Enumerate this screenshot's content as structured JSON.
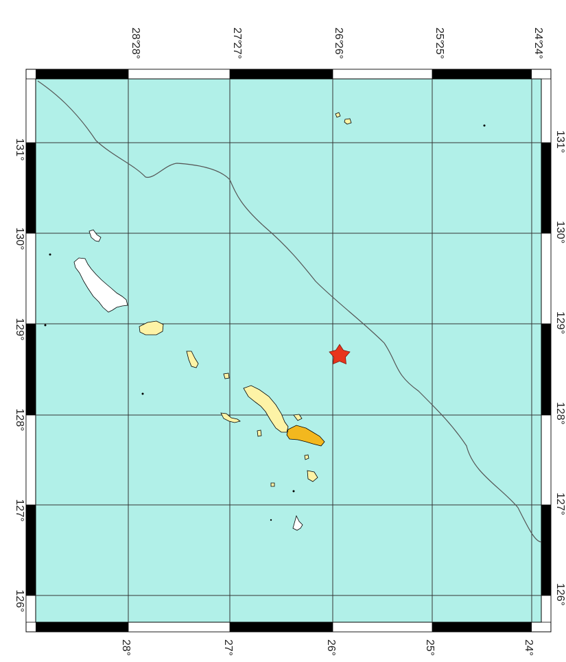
{
  "map": {
    "colors": {
      "sea": "#b1f0e8",
      "land_white": "#ffffff",
      "land_pale": "#fdf3a6",
      "land_orange": "#f3b81e",
      "frame_dark": "#000000",
      "grid": "#333333",
      "trench": "#555555",
      "star": "#e8341c"
    },
    "top_labels_row1": [
      "28°",
      "27°",
      "26°",
      "25°",
      "24°"
    ],
    "top_labels_row2": [
      "28°",
      "27°",
      "26°",
      "25°",
      "24°"
    ],
    "bottom_labels": [
      "28°",
      "27°",
      "26°",
      "25°",
      "24°"
    ],
    "left_labels": [
      "131°",
      "130°",
      "129°",
      "128°",
      "127°",
      "126°"
    ],
    "right_labels": [
      "131°",
      "130°",
      "129°",
      "128°",
      "127°",
      "126°"
    ],
    "marker": {
      "type": "epicenter-star",
      "icon": "star-icon"
    }
  }
}
